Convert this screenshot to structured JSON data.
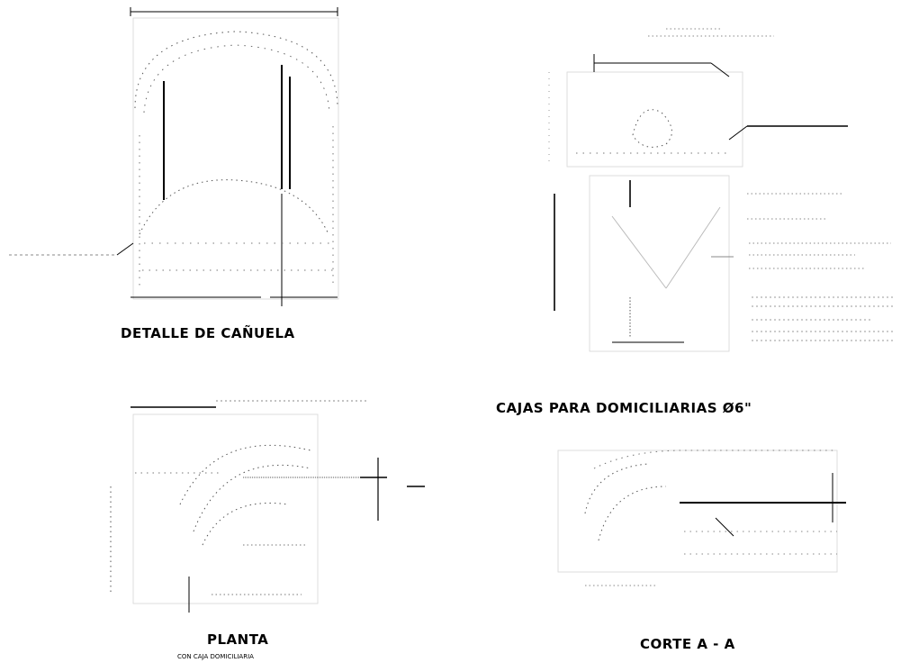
{
  "drawing": {
    "titles": {
      "canuela": "DETALLE DE CAÑUELA",
      "cajas": "CAJAS PARA DOMICILIARIAS Ø6\"",
      "planta": "PLANTA",
      "corte": "CORTE  A - A"
    },
    "notes": {
      "planta_sub": "CON CAJA DOMICILIARIA"
    }
  }
}
